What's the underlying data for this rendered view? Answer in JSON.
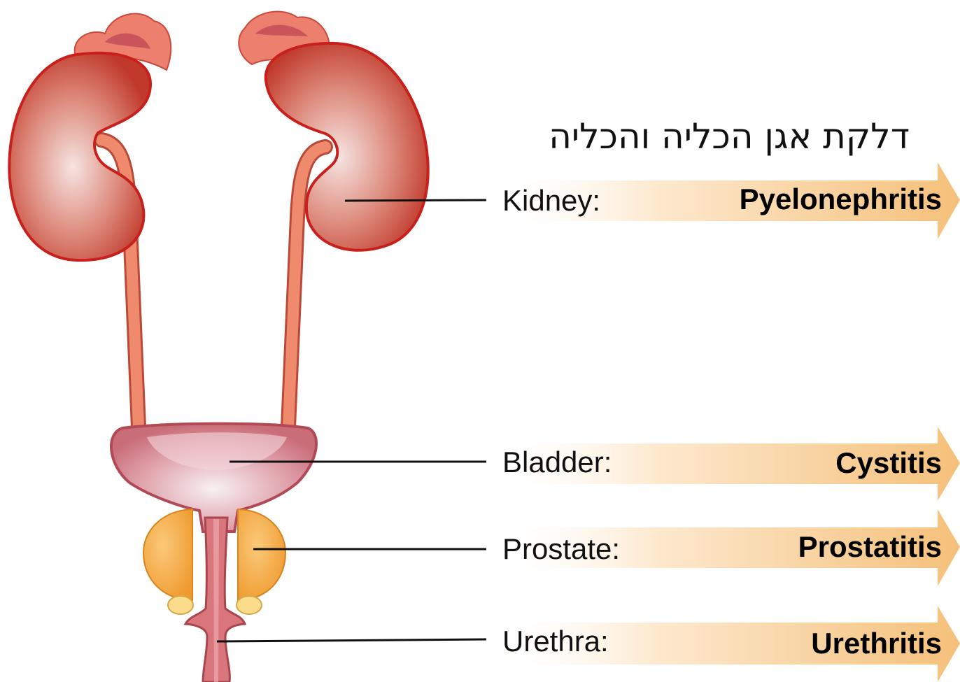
{
  "caption": "דלקת אגן הכליה והכליה",
  "rows": [
    {
      "organ": "Kidney:",
      "condition": "Pyelonephritis"
    },
    {
      "organ": "Bladder:",
      "condition": "Cystitis"
    },
    {
      "organ": "Prostate:",
      "condition": "Prostatitis"
    },
    {
      "organ": "Urethra:",
      "condition": "Urethritis"
    }
  ],
  "colors": {
    "kidney": "#c8302a",
    "ureter": "#f08a6c",
    "bladder": "#d9767c",
    "prostate": "#f6a33a",
    "arrow": "#f7c98a"
  }
}
